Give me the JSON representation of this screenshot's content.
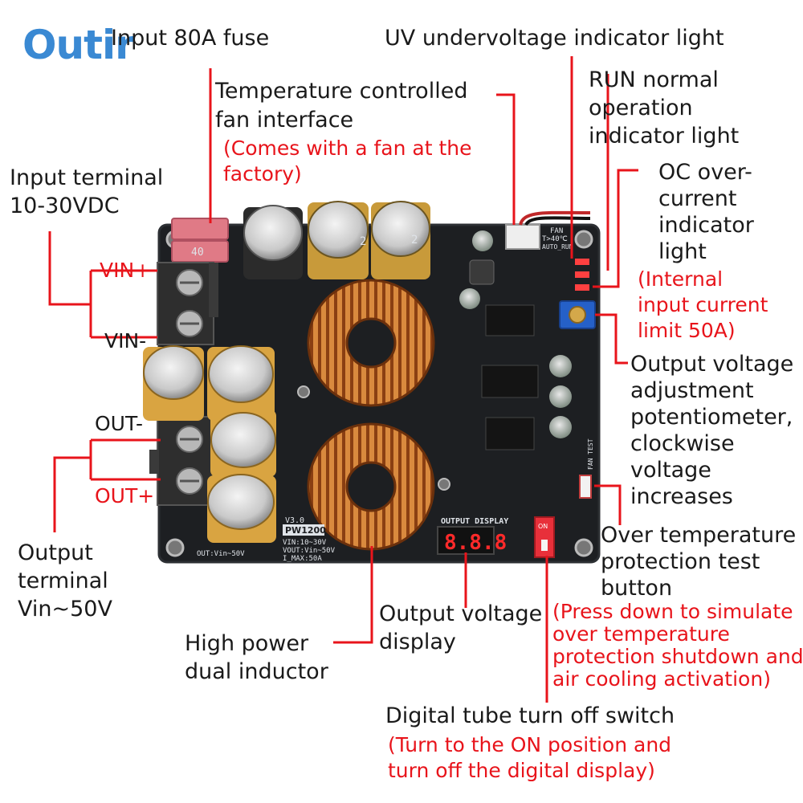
{
  "brand": {
    "logo_text": "Outir",
    "color": "#2a7fd0"
  },
  "colors": {
    "label": "#1a1a1a",
    "note": "#e8141b",
    "leader": "#e8141b",
    "board": "#1d1f22",
    "inductor": "#c8702a",
    "capacitor": "#d9a441"
  },
  "callouts": {
    "fuse": "Input 80A fuse",
    "uv_light": "UV undervoltage indicator light",
    "fan_interface": [
      "Temperature controlled",
      "fan interface"
    ],
    "fan_note": [
      "(Comes with a fan at the",
      "factory)"
    ],
    "run_light": [
      "RUN normal",
      "operation",
      "indicator light"
    ],
    "oc_light": [
      "OC over-",
      "current",
      "indicator",
      "light"
    ],
    "oc_note": [
      "(Internal",
      "input current",
      "limit 50A)"
    ],
    "input_terminal": [
      "Input terminal",
      "10-30VDC"
    ],
    "pot": [
      "Output voltage",
      "adjustment",
      "potentiometer,",
      "clockwise",
      "voltage",
      "increases"
    ],
    "otp_button": [
      "Over temperature",
      "protection test",
      "button"
    ],
    "otp_note": [
      "(Press down to simulate",
      "over temperature",
      "protection shutdown and",
      "air cooling activation)"
    ],
    "output_terminal": [
      "Output",
      "terminal",
      "Vin~50V"
    ],
    "display": [
      "Output voltage",
      "display"
    ],
    "inductor": [
      "High power",
      "dual inductor"
    ],
    "switch": "Digital tube turn off switch",
    "switch_note": [
      "(Turn to the ON position and",
      "turn off the digital display)"
    ]
  },
  "terminals": {
    "vin_plus": "VIN+",
    "vin_minus": "VIN-",
    "out_minus": "OUT-",
    "out_plus": "OUT+"
  },
  "board": {
    "model": "PW1200",
    "version": "V3.0",
    "spec_vin": "VIN:10~30V",
    "spec_vout": "VOUT:Vin~50V",
    "spec_imax": "I_MAX:50A",
    "out_range": "OUT:Vin~50V",
    "display_label": "OUTPUT DISPLAY",
    "display_digits": "8.8.8",
    "fan_label": "FAN",
    "fan_temp": "T>40℃",
    "fan_mode": "AUTO_RUN",
    "fan_test": "FAN TEST",
    "switch_on": "ON",
    "fuse_value": "40",
    "cap_marks": [
      "2",
      "2"
    ]
  }
}
